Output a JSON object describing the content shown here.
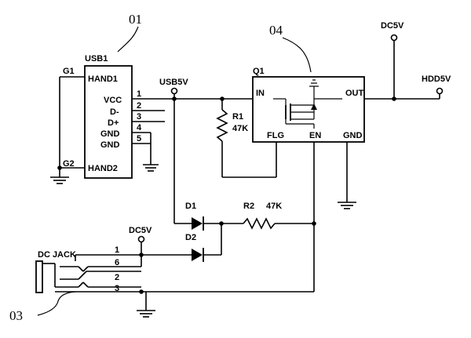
{
  "callouts": {
    "usb": "01",
    "regulator": "04",
    "dc_jack": "03"
  },
  "usb_connector": {
    "name": "USB1",
    "left_pins": [
      "G1",
      "G2"
    ],
    "pin_names": [
      "HAND1",
      "VCC",
      "D-",
      "D+",
      "GND",
      "GND",
      "HAND2"
    ],
    "pin_numbers": [
      "1",
      "2",
      "3",
      "4",
      "5"
    ]
  },
  "regulator": {
    "name": "Q1",
    "pins": {
      "in": "IN",
      "out": "OUT",
      "flg": "FLG",
      "en": "EN",
      "gnd": "GND"
    }
  },
  "resistors": {
    "r1": {
      "name": "R1",
      "value": "47K"
    },
    "r2": {
      "name": "R2",
      "value": "47K"
    }
  },
  "diodes": {
    "d1": "D1",
    "d2": "D2"
  },
  "nets": {
    "usb5v": "USB5V",
    "dc5v_top": "DC5V",
    "hdd5v": "HDD5V",
    "dc5v_jack": "DC5V"
  },
  "dc_jack": {
    "name": "DC JACK",
    "pin_numbers": [
      "1",
      "6",
      "2",
      "3"
    ]
  }
}
